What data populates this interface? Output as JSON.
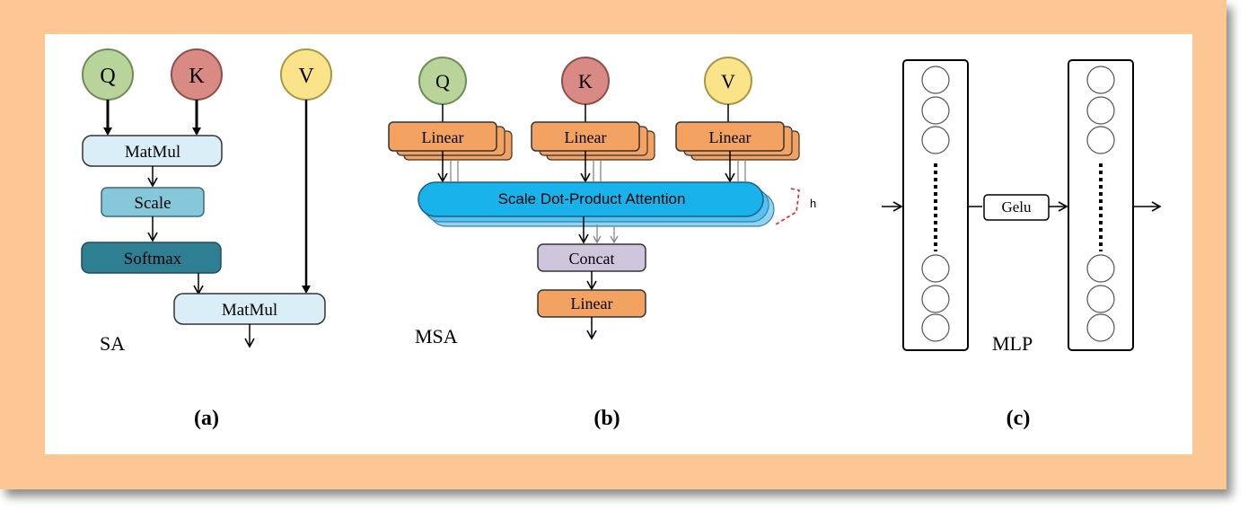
{
  "panel_a": {
    "q": "Q",
    "k": "K",
    "v": "V",
    "matmul_top": "MatMul",
    "scale": "Scale",
    "softmax": "Softmax",
    "matmul_bottom": "MatMul",
    "caption": "SA",
    "label": "(a)"
  },
  "panel_b": {
    "q": "Q",
    "k": "K",
    "v": "V",
    "linear_q": "Linear",
    "linear_k": "Linear",
    "linear_v": "Linear",
    "attention": "Scale Dot-Product Attention",
    "heads": "h",
    "concat": "Concat",
    "linear_out": "Linear",
    "caption": "MSA",
    "label": "(b)"
  },
  "panel_c": {
    "activation": "Gelu",
    "caption": "MLP",
    "label": "(c)"
  },
  "colors": {
    "frame": "#fdc794",
    "q_node": "#b8d49a",
    "k_node": "#d98a85",
    "v_node": "#fbe38a",
    "matmul": "#d9eef6",
    "scale": "#86c7da",
    "softmax": "#2e7f93",
    "linear": "#f3a262",
    "attention": "#19b3ec",
    "concat": "#cfc6de"
  }
}
